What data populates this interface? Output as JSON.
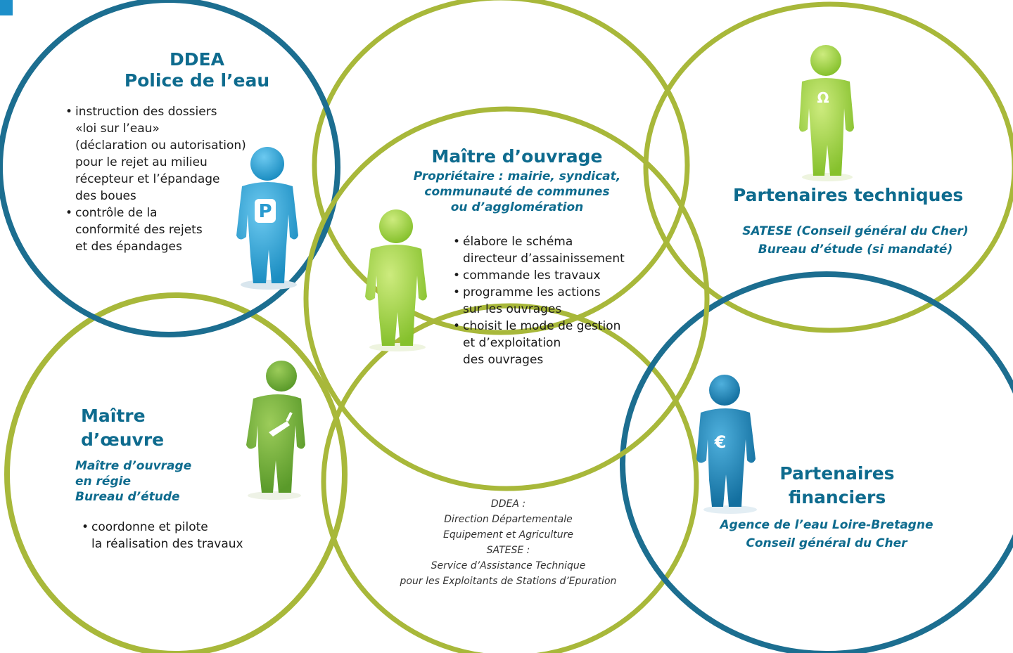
{
  "colors": {
    "blue_ring": "#1c6e90",
    "green_ring": "#a8b83a",
    "title_text": "#0e6b8e",
    "figure_blue": "#35a7d8",
    "figure_lightgreen": "#9bcf3c",
    "figure_green": "#6aa732",
    "figure_darkblue": "#1f7fae",
    "corner_mark": "#1d8fc9"
  },
  "ddea": {
    "title_line1": "DDEA",
    "title_line2": "Police de l’eau",
    "bullets": [
      {
        "lines": [
          "instruction des dossiers",
          "«loi sur l’eau»",
          "(déclaration ou autorisation)",
          "pour le rejet au milieu",
          "récepteur et l’épandage",
          "des boues"
        ]
      },
      {
        "lines": [
          "contrôle de la",
          "conformité des rejets",
          "et des épandages"
        ]
      }
    ],
    "figure_letter": "P",
    "figure_icon": "person-figure-icon"
  },
  "maitre_ouvrage": {
    "title": "Maître d’ouvrage",
    "subtitle_lines": [
      "Propriétaire : mairie, syndicat,",
      "communauté de communes",
      "ou d’agglomération"
    ],
    "bullets": [
      {
        "lines": [
          "élabore le schéma",
          "directeur d’assainissement"
        ]
      },
      {
        "lines": [
          "commande les travaux"
        ]
      },
      {
        "lines": [
          "programme les actions",
          "sur les ouvrages"
        ]
      },
      {
        "lines": [
          "choisit le mode de gestion",
          "et d’exploitation",
          "des ouvrages"
        ]
      }
    ],
    "figure_icon": "person-figure-icon"
  },
  "partenaires_techniques": {
    "title": "Partenaires techniques",
    "subtitle_lines": [
      "SATESE (Conseil général du Cher)",
      "Bureau d’étude (si mandaté)"
    ],
    "figure_letter": "Ω",
    "figure_icon": "person-figure-icon"
  },
  "maitre_oeuvre": {
    "title_line1": "Maître",
    "title_line2": "d’œuvre",
    "subtitle_lines": [
      "Maître d’ouvrage",
      "en régie",
      "Bureau d’étude"
    ],
    "bullets": [
      {
        "lines": [
          "coordonne et pilote",
          "la réalisation des travaux"
        ]
      }
    ],
    "figure_icon": "trowel-icon"
  },
  "partenaires_financiers": {
    "title_line1": "Partenaires",
    "title_line2": "financiers",
    "subtitle_lines": [
      "Agence de l’eau Loire-Bretagne",
      "Conseil général du Cher"
    ],
    "figure_letter": "€",
    "figure_icon": "euro-icon"
  },
  "glossary": {
    "lines": [
      "DDEA :",
      "Direction Départementale",
      "Equipement et Agriculture",
      "SATESE :",
      "Service d’Assistance Technique",
      "pour les Exploitants de Stations d’Epuration"
    ]
  }
}
